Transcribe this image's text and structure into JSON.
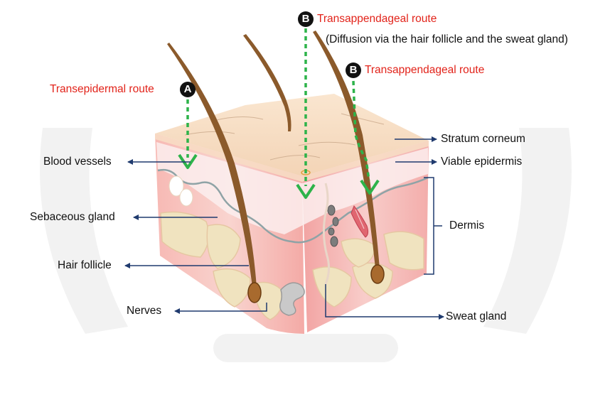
{
  "routes": {
    "a_badge": "A",
    "a_label": "Transepidermal route",
    "b1_badge": "B",
    "b1_label": "Transappendageal route",
    "b1_sub": "(Diffusion via the hair follicle and the sweat gland)",
    "b2_badge": "B",
    "b2_label": "Transappendageal route"
  },
  "left_labels": {
    "blood_vessels": "Blood vessels",
    "sebaceous_gland": "Sebaceous gland",
    "hair_follicle": "Hair follicle",
    "nerves": "Nerves"
  },
  "right_labels": {
    "stratum_corneum": "Stratum corneum",
    "viable_epidermis": "Viable epidermis",
    "dermis": "Dermis",
    "sweat_gland": "Sweat gland"
  },
  "colors": {
    "route_text": "#e2231a",
    "route_arrow": "#2db34a",
    "pointer": "#1f3a6e",
    "skin_top": "#f6dcc0",
    "skin_front": "#f2a7a7",
    "fat": "#f0e3bf",
    "hair": "#8b5a2b"
  }
}
